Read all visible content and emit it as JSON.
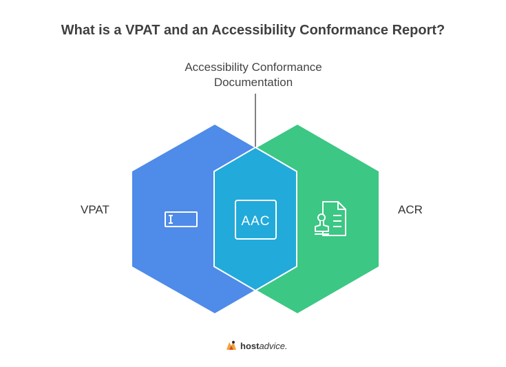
{
  "title": "What is a VPAT and an Accessibility Conformance Report?",
  "center_label": {
    "line1": "Accessibility Conformance",
    "line2": "Documentation"
  },
  "left_label": "VPAT",
  "right_label": "ACR",
  "center_icon_text": "AAC",
  "icons": {
    "left": "text-input-icon",
    "center": "aac-text-icon",
    "right": "document-stamp-icon"
  },
  "colors": {
    "blue": "#4F8BE8",
    "green": "#3CC784",
    "cyan": "#22AADB"
  },
  "brand": {
    "host": "host",
    "advice": "advice."
  }
}
